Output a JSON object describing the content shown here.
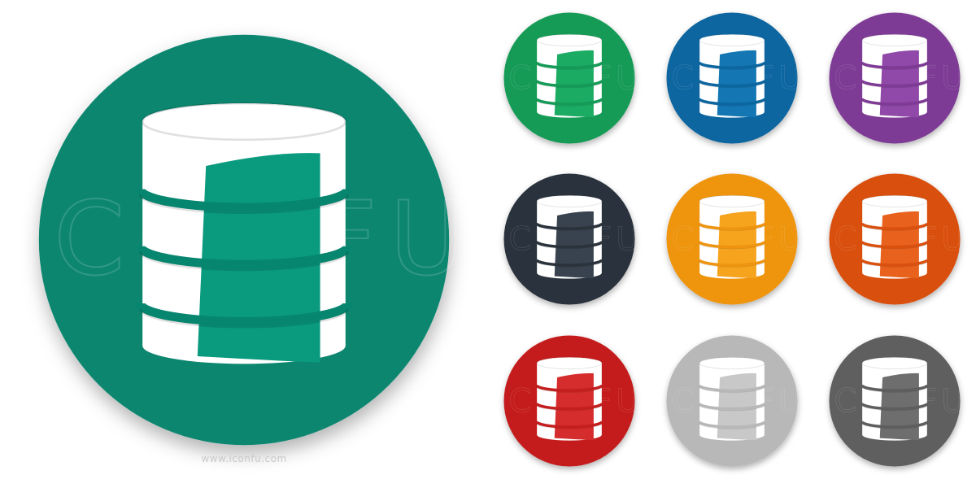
{
  "icon_name": "database-icon",
  "watermark": {
    "text": "www.iconfu.com",
    "logo_text": "ICONFU"
  },
  "hero": {
    "color": "#07866F",
    "accent": "#0A9A7E"
  },
  "variants": [
    {
      "name": "green",
      "color": "#159B57",
      "accent": "#1CAB63"
    },
    {
      "name": "blue",
      "color": "#0C66A0",
      "accent": "#1477B3"
    },
    {
      "name": "purple",
      "color": "#7E3A95",
      "accent": "#9049A8"
    },
    {
      "name": "dark-slate",
      "color": "#2A323C",
      "accent": "#39434F"
    },
    {
      "name": "orange",
      "color": "#EE9410",
      "accent": "#F6A31E"
    },
    {
      "name": "dark-orange",
      "color": "#D9500F",
      "accent": "#E8621E"
    },
    {
      "name": "red",
      "color": "#C41E1E",
      "accent": "#D52D2D"
    },
    {
      "name": "light-gray",
      "color": "#B8B8B8",
      "accent": "#C8C8C8"
    },
    {
      "name": "dark-gray",
      "color": "#5E5E5E",
      "accent": "#6E6E6E"
    }
  ]
}
